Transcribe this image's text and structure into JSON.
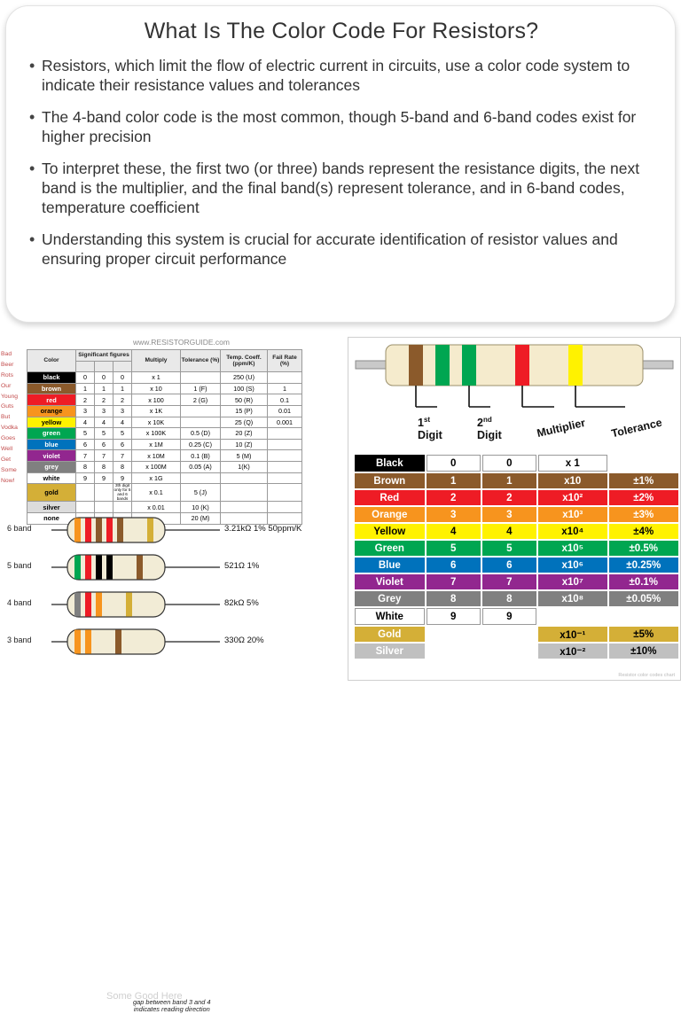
{
  "header": {
    "title": "What Is The Color Code For Resistors?",
    "bullets": [
      "Resistors, which limit the flow of electric current in circuits, use a color code system to indicate their resistance values and tolerances",
      "The 4-band color code is the most common, though 5-band and 6-band codes exist for higher precision",
      "To interpret these, the first two (or three) bands represent the resistance digits, the next band is the multiplier, and the final band(s) represent tolerance, and in 6-band codes, temperature coefficient",
      "Understanding this system is crucial for accurate identification of resistor values and ensuring proper circuit performance"
    ],
    "bullet_marker": "•"
  },
  "left_chart": {
    "watermark_top": "www.RESISTORGUIDE.com",
    "watermark_bottom": "Some Good Here",
    "headers": {
      "color": "Color",
      "significant": "Significant figures",
      "multiply": "Multiply",
      "tolerance": "Tolerance (%)",
      "temp": "Temp. Coeff. (ppm/K)",
      "fail": "Fail Rate (%)"
    },
    "mnemonics": [
      "Bad",
      "Beer",
      "Rots",
      "Our",
      "Young",
      "Guts",
      "But",
      "Vodka",
      "Goes",
      "Well",
      "Get",
      "Some",
      "Now!"
    ],
    "rows": [
      {
        "name": "black",
        "bg": "#000000",
        "fg": "#ffffff",
        "d1": "0",
        "d2": "0",
        "d3": "0",
        "mul": "x 1",
        "tol": "",
        "temp": "250 (U)",
        "fail": ""
      },
      {
        "name": "brown",
        "bg": "#8b5a2b",
        "fg": "#ffffff",
        "d1": "1",
        "d2": "1",
        "d3": "1",
        "mul": "x 10",
        "tol": "1 (F)",
        "temp": "100 (S)",
        "fail": "1"
      },
      {
        "name": "red",
        "bg": "#ee1c25",
        "fg": "#ffffff",
        "d1": "2",
        "d2": "2",
        "d3": "2",
        "mul": "x 100",
        "tol": "2 (G)",
        "temp": "50 (R)",
        "fail": "0.1"
      },
      {
        "name": "orange",
        "bg": "#f7941e",
        "fg": "#000000",
        "d1": "3",
        "d2": "3",
        "d3": "3",
        "mul": "x 1K",
        "tol": "",
        "temp": "15 (P)",
        "fail": "0.01"
      },
      {
        "name": "yellow",
        "bg": "#fff200",
        "fg": "#000000",
        "d1": "4",
        "d2": "4",
        "d3": "4",
        "mul": "x 10K",
        "tol": "",
        "temp": "25 (Q)",
        "fail": "0.001"
      },
      {
        "name": "green",
        "bg": "#00a651",
        "fg": "#ffffff",
        "d1": "5",
        "d2": "5",
        "d3": "5",
        "mul": "x 100K",
        "tol": "0.5 (D)",
        "temp": "20 (Z)",
        "fail": ""
      },
      {
        "name": "blue",
        "bg": "#0072bc",
        "fg": "#ffffff",
        "d1": "6",
        "d2": "6",
        "d3": "6",
        "mul": "x 1M",
        "tol": "0.25 (C)",
        "temp": "10 (Z)",
        "fail": ""
      },
      {
        "name": "violet",
        "bg": "#92278f",
        "fg": "#ffffff",
        "d1": "7",
        "d2": "7",
        "d3": "7",
        "mul": "x 10M",
        "tol": "0.1 (B)",
        "temp": "5 (M)",
        "fail": ""
      },
      {
        "name": "grey",
        "bg": "#808080",
        "fg": "#ffffff",
        "d1": "8",
        "d2": "8",
        "d3": "8",
        "mul": "x 100M",
        "tol": "0.05 (A)",
        "temp": "1(K)",
        "fail": ""
      },
      {
        "name": "white",
        "bg": "#ffffff",
        "fg": "#000000",
        "d1": "9",
        "d2": "9",
        "d3": "9",
        "mul": "x 1G",
        "tol": "",
        "temp": "",
        "fail": ""
      },
      {
        "name": "gold",
        "bg": "#d4af37",
        "fg": "#000000",
        "d1": "",
        "d2": "",
        "d3": "3th digit only for 5 and 6 bands",
        "mul": "x 0.1",
        "tol": "5 (J)",
        "temp": "",
        "fail": ""
      },
      {
        "name": "silver",
        "bg": "#dcdcdc",
        "fg": "#000000",
        "d1": "",
        "d2": "",
        "d3": "",
        "mul": "x 0.01",
        "tol": "10 (K)",
        "temp": "",
        "fail": ""
      },
      {
        "name": "none",
        "bg": "#ffffff",
        "fg": "#000000",
        "d1": "",
        "d2": "",
        "d3": "",
        "mul": "",
        "tol": "20 (M)",
        "temp": "",
        "fail": ""
      }
    ],
    "resistors": [
      {
        "label": "6 band",
        "value": "3.21kΩ 1% 50ppm/K",
        "bands": [
          "#f7941e",
          "#ee1c25",
          "#8b5a2b",
          "#ee1c25",
          "#8b5a2b",
          "#d4af37"
        ]
      },
      {
        "label": "5 band",
        "value": "521Ω 1%",
        "bands": [
          "#00a651",
          "#ee1c25",
          "#000000",
          "#000000",
          "#8b5a2b"
        ]
      },
      {
        "label": "4 band",
        "value": "82kΩ 5%",
        "bands": [
          "#808080",
          "#ee1c25",
          "#f7941e",
          "#d4af37"
        ]
      },
      {
        "label": "3 band",
        "value": "330Ω 20%",
        "bands": [
          "#f7941e",
          "#f7941e",
          "#8b5a2b"
        ]
      }
    ],
    "gap_note_line1": "gap between band 3 and 4",
    "gap_note_line2": "indicates reading direction"
  },
  "right_chart": {
    "headers": {
      "digit1_line1": "1",
      "digit1_sup": "st",
      "digit1_line2": "Digit",
      "digit2_line1": "2",
      "digit2_sup": "nd",
      "digit2_line2": "Digit",
      "multiplier": "Multiplier",
      "tolerance": "Tolerance"
    },
    "watermark": "Resistor color codes chart",
    "rows": [
      {
        "name": "Black",
        "bg": "#000000",
        "fg": "#ffffff",
        "d1": "0",
        "d1bg": "#ffffff",
        "d1fg": "#000000",
        "d2": "0",
        "d2bg": "#ffffff",
        "d2fg": "#000000",
        "mul": "x 1",
        "mulbg": "#ffffff",
        "mulfg": "#000000",
        "tol": "",
        "tolbg": "#ffffff",
        "tolfg": "#000000"
      },
      {
        "name": "Brown",
        "bg": "#8b5a2b",
        "fg": "#ffffff",
        "d1": "1",
        "d1bg": "#8b5a2b",
        "d1fg": "#ffffff",
        "d2": "1",
        "d2bg": "#8b5a2b",
        "d2fg": "#ffffff",
        "mul": "x10",
        "mulbg": "#8b5a2b",
        "mulfg": "#ffffff",
        "tol": "±1%",
        "tolbg": "#8b5a2b",
        "tolfg": "#ffffff"
      },
      {
        "name": "Red",
        "bg": "#ee1c25",
        "fg": "#ffffff",
        "d1": "2",
        "d1bg": "#ee1c25",
        "d1fg": "#ffffff",
        "d2": "2",
        "d2bg": "#ee1c25",
        "d2fg": "#ffffff",
        "mul": "x10²",
        "mulbg": "#ee1c25",
        "mulfg": "#ffffff",
        "tol": "±2%",
        "tolbg": "#ee1c25",
        "tolfg": "#ffffff"
      },
      {
        "name": "Orange",
        "bg": "#f7941e",
        "fg": "#ffffff",
        "d1": "3",
        "d1bg": "#f7941e",
        "d1fg": "#ffffff",
        "d2": "3",
        "d2bg": "#f7941e",
        "d2fg": "#ffffff",
        "mul": "x10³",
        "mulbg": "#f7941e",
        "mulfg": "#ffffff",
        "tol": "±3%",
        "tolbg": "#f7941e",
        "tolfg": "#ffffff"
      },
      {
        "name": "Yellow",
        "bg": "#fff200",
        "fg": "#000000",
        "d1": "4",
        "d1bg": "#fff200",
        "d1fg": "#000000",
        "d2": "4",
        "d2bg": "#fff200",
        "d2fg": "#000000",
        "mul": "x10⁴",
        "mulbg": "#fff200",
        "mulfg": "#000000",
        "tol": "±4%",
        "tolbg": "#fff200",
        "tolfg": "#000000"
      },
      {
        "name": "Green",
        "bg": "#00a651",
        "fg": "#ffffff",
        "d1": "5",
        "d1bg": "#00a651",
        "d1fg": "#ffffff",
        "d2": "5",
        "d2bg": "#00a651",
        "d2fg": "#ffffff",
        "mul": "x10⁵",
        "mulbg": "#00a651",
        "mulfg": "#ffffff",
        "tol": "±0.5%",
        "tolbg": "#00a651",
        "tolfg": "#ffffff"
      },
      {
        "name": "Blue",
        "bg": "#0072bc",
        "fg": "#ffffff",
        "d1": "6",
        "d1bg": "#0072bc",
        "d1fg": "#ffffff",
        "d2": "6",
        "d2bg": "#0072bc",
        "d2fg": "#ffffff",
        "mul": "x10⁶",
        "mulbg": "#0072bc",
        "mulfg": "#ffffff",
        "tol": "±0.25%",
        "tolbg": "#0072bc",
        "tolfg": "#ffffff"
      },
      {
        "name": "Violet",
        "bg": "#92278f",
        "fg": "#ffffff",
        "d1": "7",
        "d1bg": "#92278f",
        "d1fg": "#ffffff",
        "d2": "7",
        "d2bg": "#92278f",
        "d2fg": "#ffffff",
        "mul": "x10⁷",
        "mulbg": "#92278f",
        "mulfg": "#ffffff",
        "tol": "±0.1%",
        "tolbg": "#92278f",
        "tolfg": "#ffffff"
      },
      {
        "name": "Grey",
        "bg": "#808080",
        "fg": "#ffffff",
        "d1": "8",
        "d1bg": "#808080",
        "d1fg": "#ffffff",
        "d2": "8",
        "d2bg": "#808080",
        "d2fg": "#ffffff",
        "mul": "x10⁸",
        "mulbg": "#808080",
        "mulfg": "#ffffff",
        "tol": "±0.05%",
        "tolbg": "#808080",
        "tolfg": "#ffffff"
      },
      {
        "name": "White",
        "bg": "#ffffff",
        "fg": "#000000",
        "d1": "9",
        "d1bg": "#ffffff",
        "d1fg": "#000000",
        "d2": "9",
        "d2bg": "#ffffff",
        "d2fg": "#000000",
        "mul": "",
        "mulbg": "#ffffff",
        "mulfg": "#000000",
        "tol": "",
        "tolbg": "#ffffff",
        "tolfg": "#000000"
      },
      {
        "name": "Gold",
        "bg": "#d4af37",
        "fg": "#ffffff",
        "d1": "",
        "d1bg": "#ffffff",
        "d1fg": "#000000",
        "d2": "",
        "d2bg": "#ffffff",
        "d2fg": "#000000",
        "mul": "x10⁻¹",
        "mulbg": "#d4af37",
        "mulfg": "#000000",
        "tol": "±5%",
        "tolbg": "#d4af37",
        "tolfg": "#000000"
      },
      {
        "name": "Silver",
        "bg": "#c0c0c0",
        "fg": "#ffffff",
        "d1": "",
        "d1bg": "#ffffff",
        "d1fg": "#000000",
        "d2": "",
        "d2bg": "#ffffff",
        "d2fg": "#000000",
        "mul": "x10⁻²",
        "mulbg": "#c0c0c0",
        "mulfg": "#000000",
        "tol": "±10%",
        "tolbg": "#c0c0c0",
        "tolfg": "#000000"
      }
    ],
    "sample_resistor_bands": [
      "#8b5a2b",
      "#00a651",
      "#f0e6c8",
      "#ee1c25",
      "#f0e6c8",
      "#fff200"
    ]
  }
}
